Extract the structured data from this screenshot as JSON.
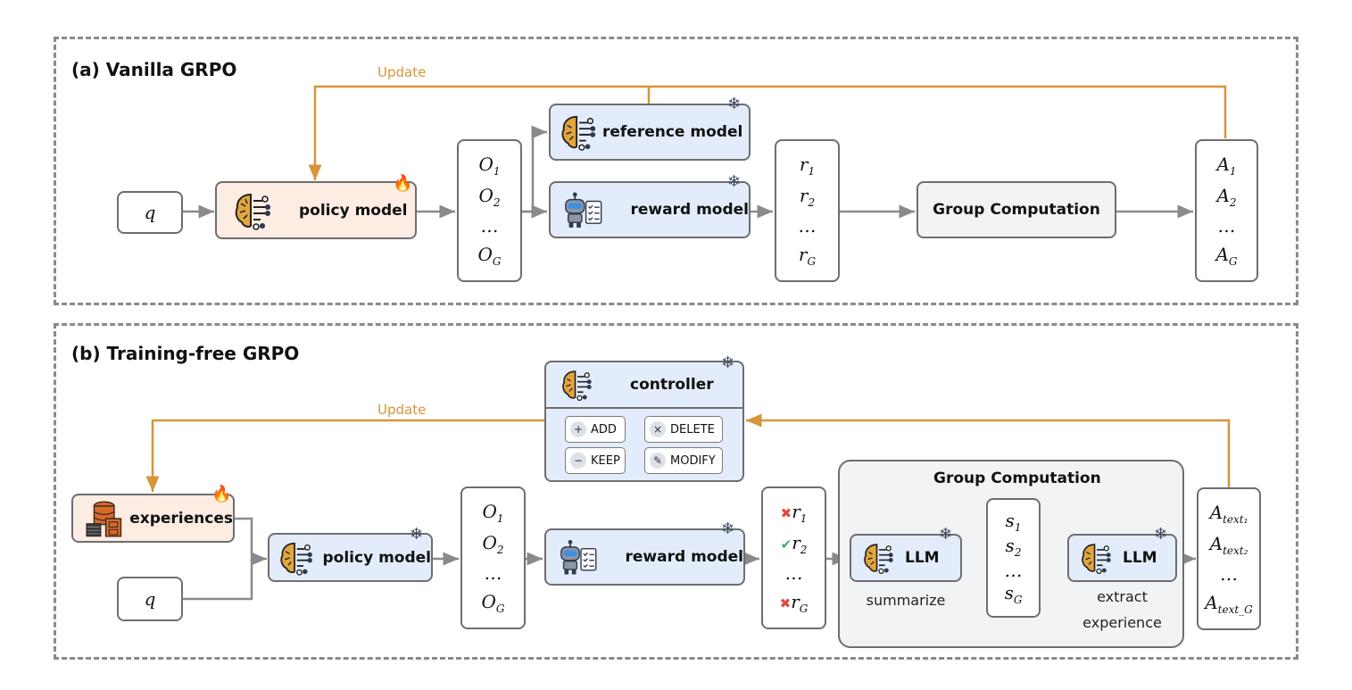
{
  "panel_a": {
    "title": "(a) Vanilla GRPO",
    "update_label": "Update",
    "query": "q",
    "policy_model": "policy model",
    "reference_model": "reference model",
    "reward_model": "reward model",
    "outputs": [
      "O",
      "O",
      "…",
      "O"
    ],
    "outputs_sub": [
      "1",
      "2",
      "",
      "G"
    ],
    "rewards": [
      "r",
      "r",
      "…",
      "r"
    ],
    "rewards_sub": [
      "1",
      "2",
      "",
      "G"
    ],
    "group_computation": "Group Computation",
    "advantages": [
      "A",
      "A",
      "…",
      "A"
    ],
    "advantages_sub": [
      "1",
      "2",
      "",
      "G"
    ],
    "badges": {
      "policy_model": "fire-icon",
      "reference_model": "snowflake-icon",
      "reward_model": "snowflake-icon"
    }
  },
  "panel_b": {
    "title": "(b) Training-free GRPO",
    "update_label": "Update",
    "experiences": "experiences",
    "query": "q",
    "policy_model": "policy model",
    "controller": {
      "label": "controller",
      "ops": [
        {
          "icon": "+",
          "label": "ADD"
        },
        {
          "icon": "×",
          "label": "DELETE"
        },
        {
          "icon": "−",
          "label": "KEEP"
        },
        {
          "icon": "✎",
          "label": "MODIFY"
        }
      ]
    },
    "outputs": [
      "O",
      "O",
      "…",
      "O"
    ],
    "outputs_sub": [
      "1",
      "2",
      "",
      "G"
    ],
    "reward_model": "reward model",
    "rewards": [
      {
        "mark": "✖",
        "status": "wrong",
        "sym": "r",
        "sub": "1"
      },
      {
        "mark": "✔",
        "status": "correct",
        "sym": "r",
        "sub": "2"
      },
      {
        "mark": "",
        "status": "",
        "sym": "…",
        "sub": ""
      },
      {
        "mark": "✖",
        "status": "wrong",
        "sym": "r",
        "sub": "G"
      }
    ],
    "group_computation": {
      "title": "Group Computation",
      "llm1": "LLM",
      "llm1_caption": "summarize",
      "summaries": [
        "s",
        "s",
        "…",
        "s"
      ],
      "summaries_sub": [
        "1",
        "2",
        "",
        "G"
      ],
      "llm2": "LLM",
      "llm2_caption_1": "extract",
      "llm2_caption_2": "experience"
    },
    "advantages": [
      "A",
      "A",
      "…",
      "A"
    ],
    "advantages_sub": [
      "text₁",
      "text₂",
      "",
      "text_G"
    ]
  },
  "colors": {
    "update_orange": "#d6953a",
    "blue_box": "#e3ecfa",
    "peach_box": "#fcece2",
    "gray_box": "#f2f3f5",
    "wrong_red": "#e0483e",
    "correct_green": "#3fae6a"
  }
}
